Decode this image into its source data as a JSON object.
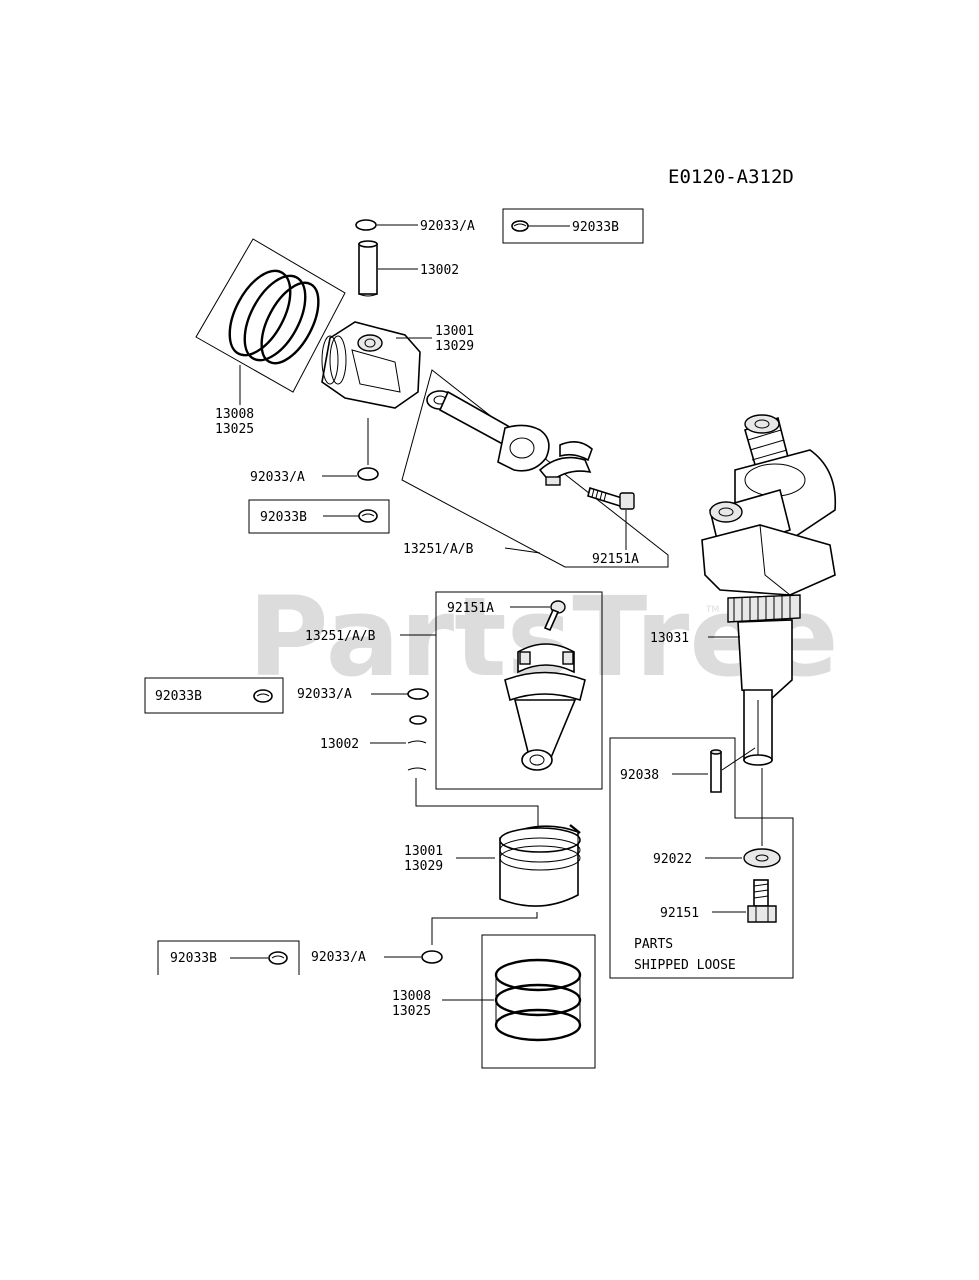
{
  "diagram_code": "E0120-A312D",
  "watermark": "PartsTree",
  "watermark_tm": "TM",
  "labels": {
    "clip_a_top": "92033/A",
    "clip_b_top": "92033B",
    "pin_top": "13002",
    "piston_top_1": "13001",
    "piston_top_2": "13029",
    "rings_top_1": "13008",
    "rings_top_2": "13025",
    "clip_a_mid": "92033/A",
    "clip_b_mid": "92033B",
    "rod_top": "13251/A/B",
    "bolt_top": "92151A",
    "bolt_mid": "92151A",
    "rod_mid": "13251/A/B",
    "clip_b_left": "92033B",
    "clip_a_left": "92033/A",
    "pin_mid": "13002",
    "piston_mid_1": "13001",
    "piston_mid_2": "13029",
    "clip_b_bottom": "92033B",
    "clip_a_bottom": "92033/A",
    "rings_bottom_1": "13008",
    "rings_bottom_2": "13025",
    "crankshaft": "13031",
    "key": "92038",
    "washer": "92022",
    "bolt_crank": "92151",
    "loose_1": "PARTS",
    "loose_2": "SHIPPED LOOSE"
  }
}
